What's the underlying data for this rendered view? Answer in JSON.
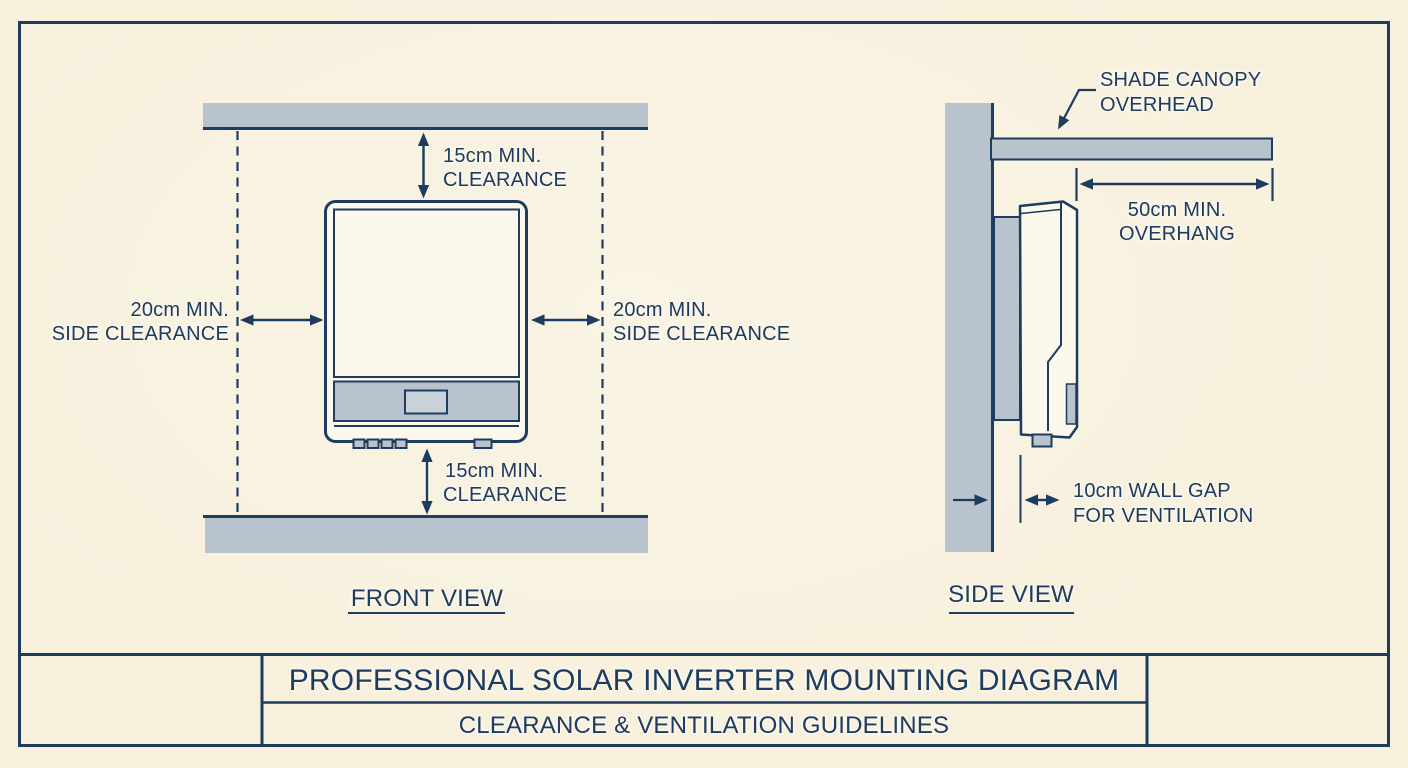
{
  "colors": {
    "paper": "#f7f0dc",
    "line": "#1d3c60",
    "steel": "#b8c3ce",
    "display": "#c9d2d9",
    "face": "#fcf8ec",
    "halo": "#faf5e6"
  },
  "front_view": {
    "title": "FRONT VIEW",
    "top_clearance_line1": "15cm MIN.",
    "top_clearance_line2": "CLEARANCE",
    "bottom_clearance_line1": "15cm MIN.",
    "bottom_clearance_line2": "CLEARANCE",
    "left_clearance_line1": "20cm MIN.",
    "left_clearance_line2": "SIDE CLEARANCE",
    "right_clearance_line1": "20cm MIN.",
    "right_clearance_line2": "SIDE CLEARANCE"
  },
  "side_view": {
    "title": "SIDE VIEW",
    "canopy_line1": "SHADE CANOPY",
    "canopy_line2": "OVERHEAD",
    "overhang_line1": "50cm MIN.",
    "overhang_line2": "OVERHANG",
    "wall_gap_line1": "10cm WALL GAP",
    "wall_gap_line2": "FOR VENTILATION"
  },
  "title_block": {
    "title": "PROFESSIONAL SOLAR INVERTER MOUNTING DIAGRAM",
    "subtitle": "CLEARANCE & VENTILATION GUIDELINES"
  }
}
